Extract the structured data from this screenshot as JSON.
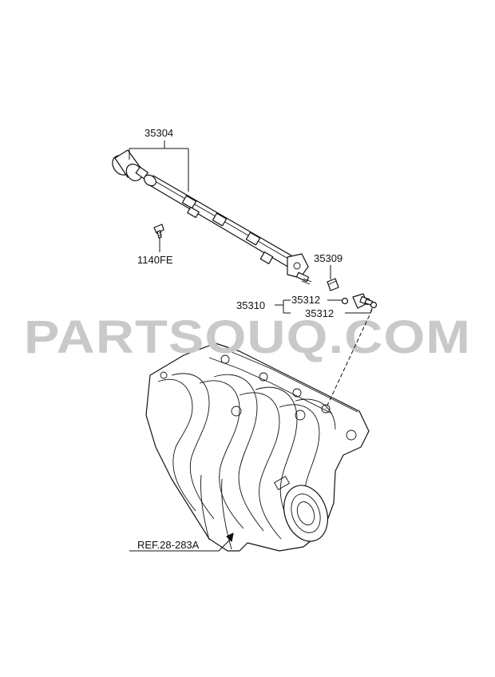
{
  "watermark": "PARTSOUQ.COM",
  "callouts": {
    "fuel_rail": "35304",
    "bolt": "1140FE",
    "clip": "35309",
    "injector_group": "35310",
    "o_ring_upper": "35312",
    "o_ring_lower": "35312",
    "reference": "REF.28-283A"
  }
}
